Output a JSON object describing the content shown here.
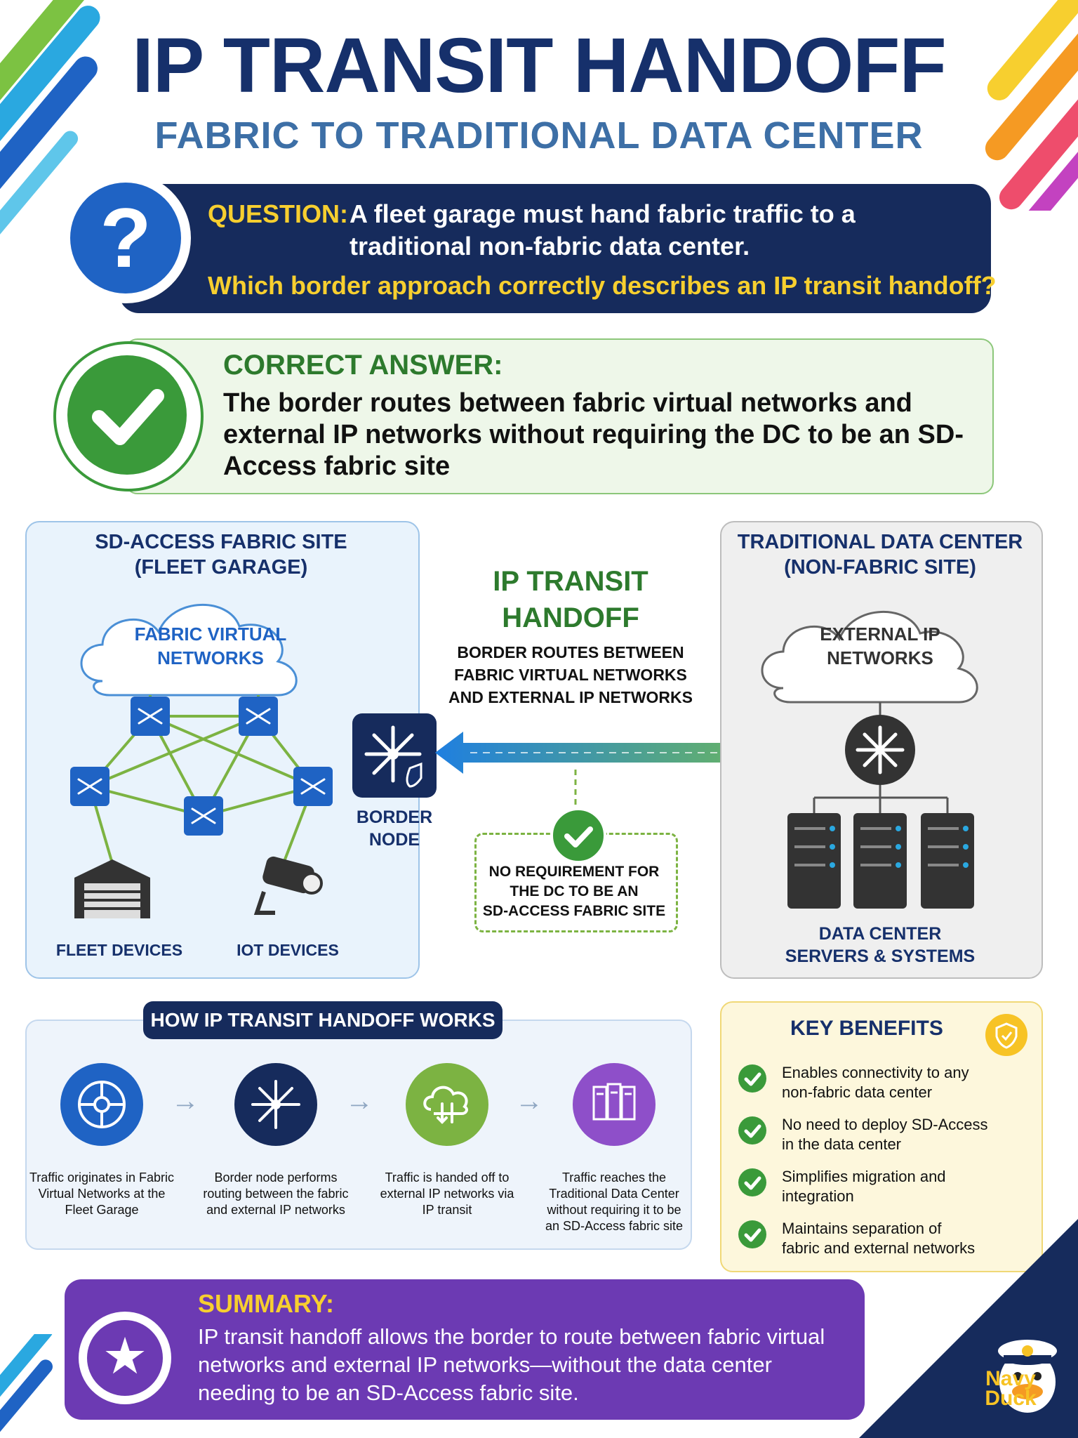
{
  "header": {
    "title": "IP TRANSIT HANDOFF",
    "subtitle": "FABRIC TO TRADITIONAL DATA CENTER"
  },
  "question": {
    "icon": "question-icon",
    "label": "QUESTION:",
    "line1": "A fleet garage must hand fabric traffic to a",
    "line2": "traditional non-fabric data center.",
    "prompt": "Which border approach correctly describes an IP transit handoff?"
  },
  "answer": {
    "icon": "check-icon",
    "label": "CORRECT ANSWER:",
    "text": "The border routes between fabric virtual networks and external IP networks without requiring the DC to be an SD-Access fabric site"
  },
  "diagram": {
    "fabric_site": {
      "title_line1": "SD-ACCESS FABRIC SITE",
      "title_line2": "(FLEET GARAGE)",
      "cloud_line1": "FABRIC VIRTUAL",
      "cloud_line2": "NETWORKS",
      "fleet_label": "FLEET DEVICES",
      "iot_label": "IOT DEVICES"
    },
    "border_node": {
      "line1": "BORDER",
      "line2": "NODE"
    },
    "center": {
      "title_line1": "IP TRANSIT",
      "title_line2": "HANDOFF",
      "desc_line1": "BORDER ROUTES BETWEEN",
      "desc_line2": "FABRIC VIRTUAL NETWORKS",
      "desc_line3": "AND EXTERNAL IP NETWORKS",
      "note_line1": "NO REQUIREMENT FOR",
      "note_line2": "THE DC TO BE AN",
      "note_line3": "SD-ACCESS FABRIC SITE"
    },
    "datacenter": {
      "title_line1": "TRADITIONAL DATA CENTER",
      "title_line2": "(NON-FABRIC SITE)",
      "cloud_line1": "EXTERNAL IP",
      "cloud_line2": "NETWORKS",
      "servers_line1": "DATA CENTER",
      "servers_line2": "SERVERS & SYSTEMS"
    }
  },
  "how_it_works": {
    "title": "HOW IP TRANSIT HANDOFF WORKS",
    "steps": [
      {
        "icon": "network-hub-icon",
        "color": "#1f63c4",
        "text": "Traffic originates in Fabric Virtual Networks at the Fleet Garage"
      },
      {
        "icon": "border-node-icon",
        "color": "#162b5c",
        "text": "Border node performs routing between the fabric and external IP networks"
      },
      {
        "icon": "cloud-transit-icon",
        "color": "#7cb342",
        "text": "Traffic is handed off to external IP networks via IP transit"
      },
      {
        "icon": "datacenter-icon",
        "color": "#8e4fc9",
        "text": "Traffic reaches the Traditional Data Center without requiring it to be an SD-Access fabric site"
      }
    ]
  },
  "benefits": {
    "title": "KEY BENEFITS",
    "icon": "shield-icon",
    "items": [
      {
        "line1": "Enables connectivity to any",
        "line2": "non-fabric data center"
      },
      {
        "line1": "No need to deploy SD-Access",
        "line2": "in the data center"
      },
      {
        "line1": "Simplifies migration and",
        "line2": "integration"
      },
      {
        "line1": "Maintains separation of",
        "line2": "fabric and external networks"
      }
    ]
  },
  "summary": {
    "icon": "star-icon",
    "label": "SUMMARY:",
    "text": "IP transit handoff allows the border to route between fabric virtual networks and external IP networks—without the data center needing to be an SD-Access fabric site."
  },
  "brand": {
    "line1": "Navy",
    "line2": "Duck"
  },
  "colors": {
    "navy": "#162b5c",
    "blue": "#1f63c4",
    "green": "#3a9a3a",
    "purple": "#6c3ab3",
    "yellow": "#f7cf2f"
  }
}
